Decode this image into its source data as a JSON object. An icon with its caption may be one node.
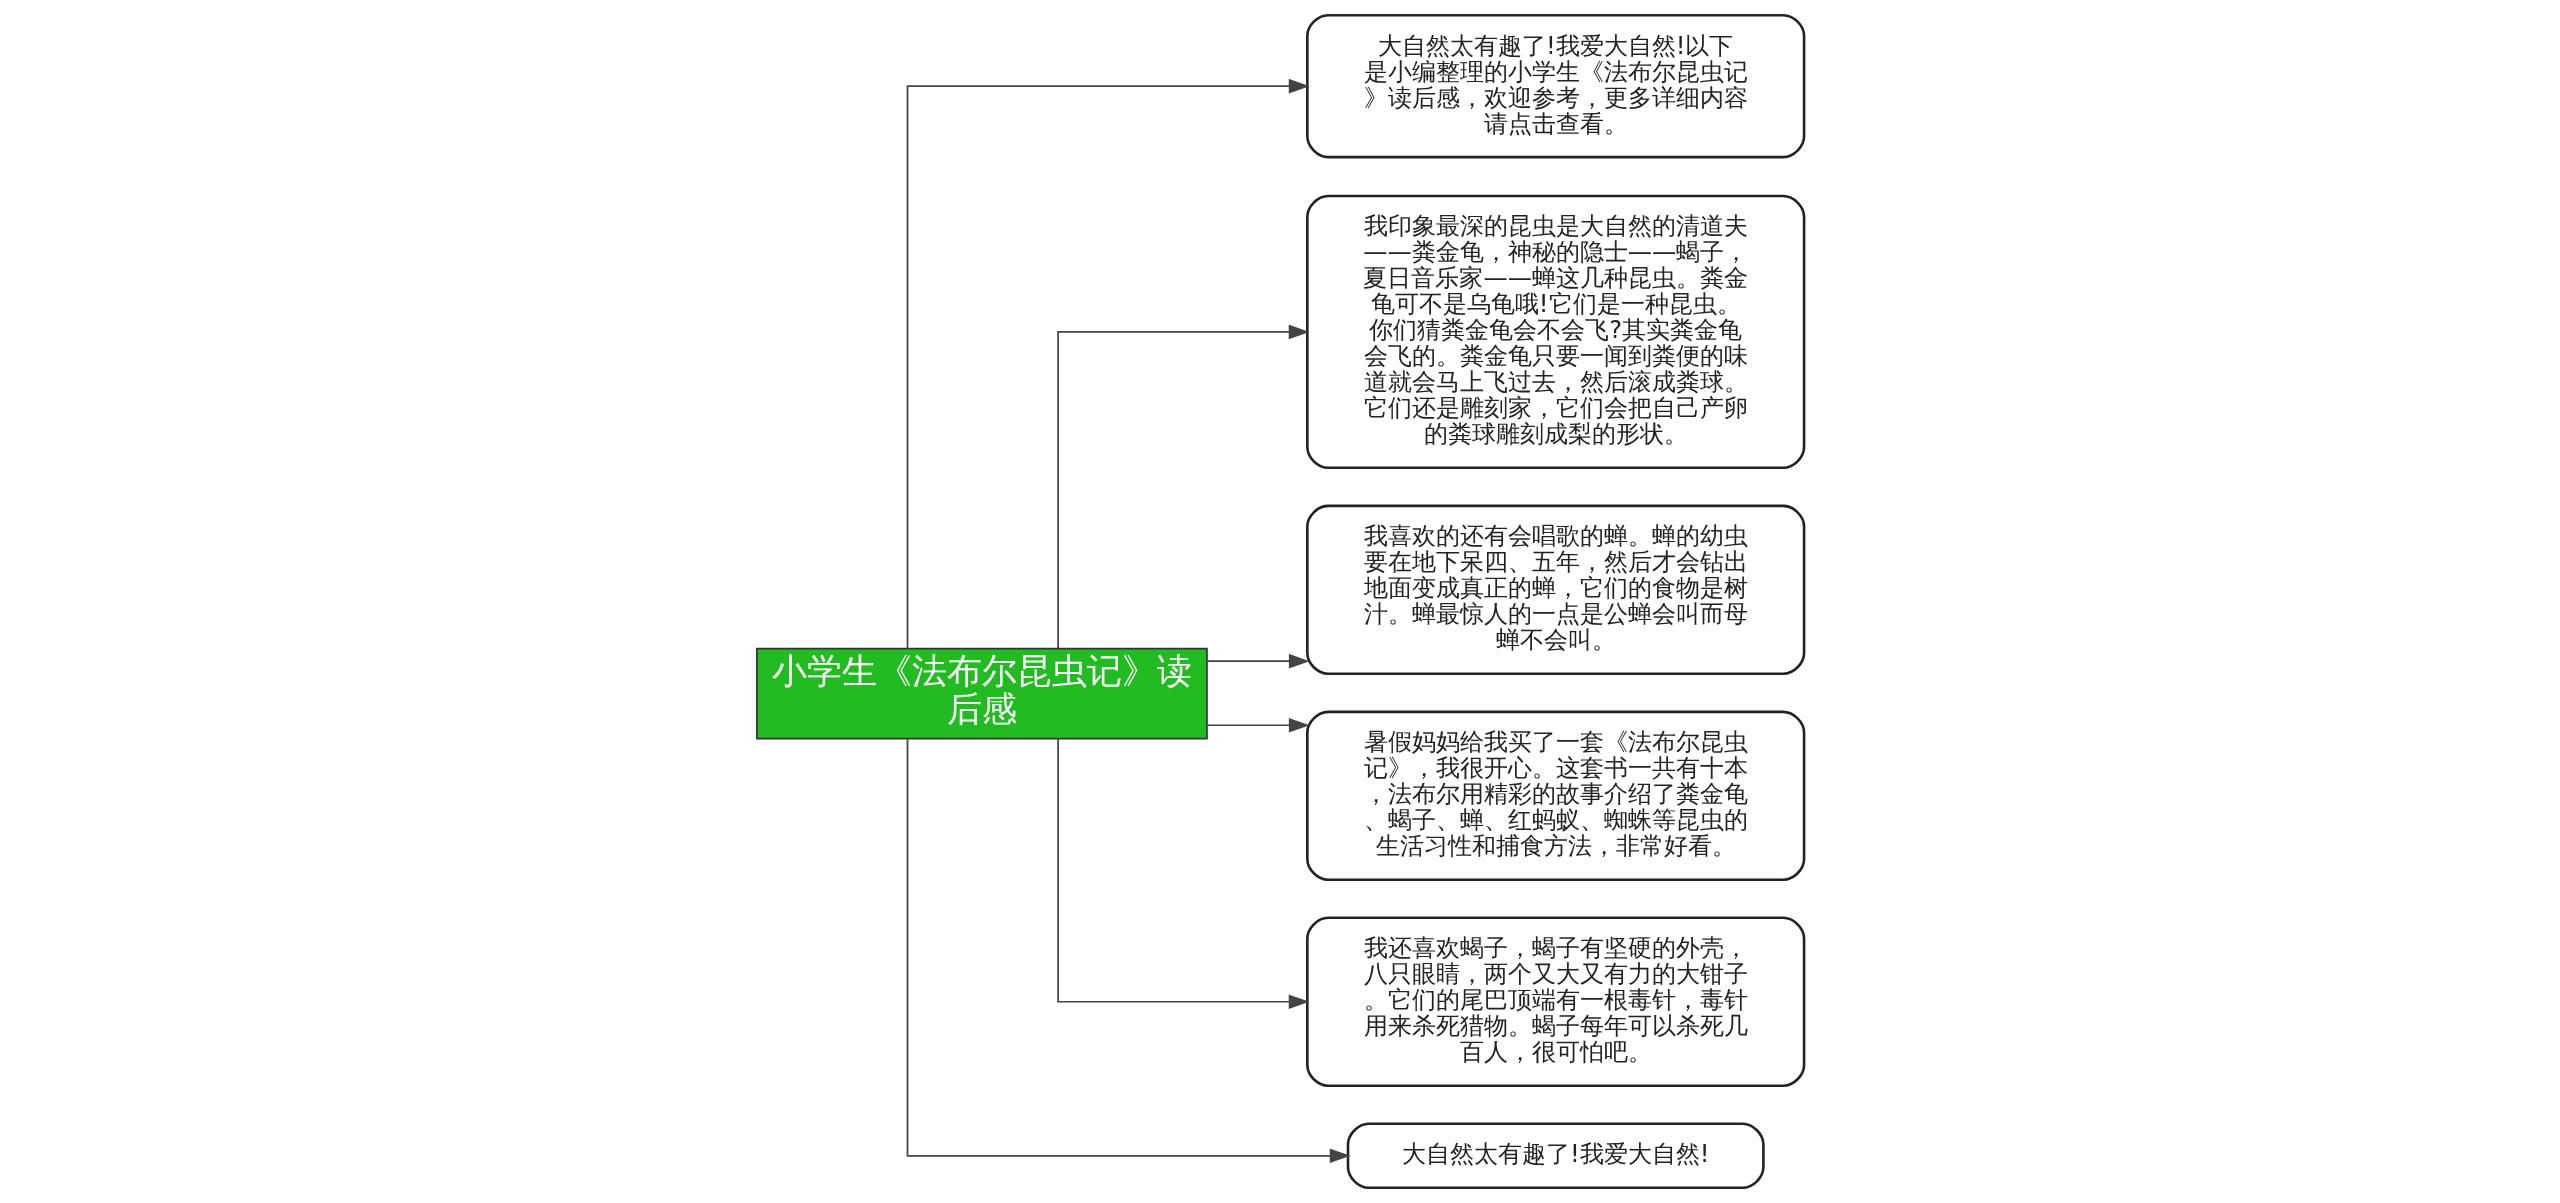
{
  "diagram": {
    "nodes": [
      {
        "text": [
          "小学生《法布尔昆虫记》读后感"
        ]
      },
      {
        "text": [
          "大自然太有趣了!我爱大自然!以下是小编整理的小学生《法布尔昆虫记》读后感，欢迎参考，更多详细内容请点击查看。"
        ]
      },
      {
        "text": [
          "我印象最深的昆虫是大自然的清道夫——粪金龟，神秘的隐士——蝎子，夏日音乐家——蝉这几种昆虫。粪金龟可不是乌龟哦!它们是一种昆虫。你们猜粪金龟会不会飞?其实粪金龟会飞的。粪金龟只要一闻到粪便的味道就会马上飞过去，然后滚成粪球。它们还是雕刻家，它们会把自己产卵的粪球雕刻成梨的形状。"
        ]
      },
      {
        "text": [
          "我喜欢的还有会唱歌的蝉。蝉的幼虫要在地下呆四、五年，然后才会钻出地面变成真正的蝉，它们的食物是树汁。蝉最惊人的一点是公蝉会叫而母蝉不会叫。"
        ]
      },
      {
        "text": [
          "暑假妈妈给我买了一套《法布尔昆虫记》，我很开心。这套书一共有十本，法布尔用精彩的故事介绍了粪金龟、蝎子、蝉、红蚂蚁、蜘蛛等昆虫的生活习性和捕食方法，非常好看。"
        ]
      },
      {
        "text": [
          "我还喜欢蝎子，蝎子有坚硬的外壳，八只眼睛，两个又大又有力的大钳子。它们的尾巴顶端有一根毒针，毒针用来杀死猎物。蝎子每年可以杀死几百人，很可怕吧。"
        ]
      },
      {
        "text": [
          "大自然太有趣了!我爱大自然!"
        ]
      }
    ],
    "edges": [
      {
        "from": 0,
        "to": 1,
        "arrow": "to"
      },
      {
        "from": 0,
        "to": 2,
        "arrow": "to"
      },
      {
        "from": 0,
        "to": 3,
        "arrow": "to"
      },
      {
        "from": 0,
        "to": 4,
        "arrow": "to"
      },
      {
        "from": 0,
        "to": 5,
        "arrow": "to"
      },
      {
        "from": 0,
        "to": 6,
        "arrow": "to"
      }
    ]
  }
}
